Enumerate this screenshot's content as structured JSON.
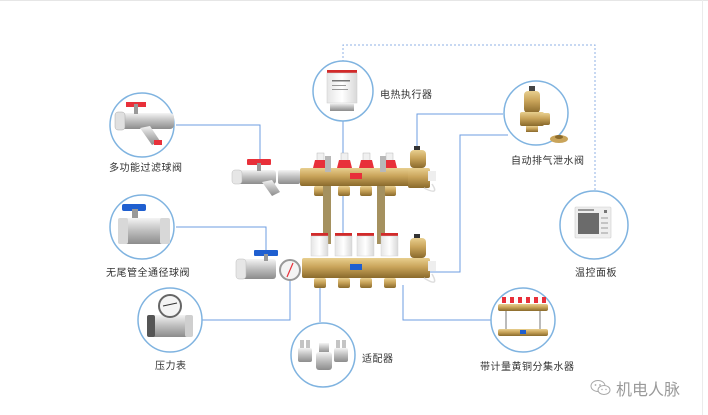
{
  "title": "分集水器组件示意图",
  "components": [
    {
      "id": "filter_valve",
      "label": "多功能过滤球阀"
    },
    {
      "id": "actuator",
      "label": "电热执行器"
    },
    {
      "id": "air_vent",
      "label": "自动排气泄水阀"
    },
    {
      "id": "thermostat",
      "label": "温控面板"
    },
    {
      "id": "ball_valve",
      "label": "无尾管全通径球阀"
    },
    {
      "id": "pressure_gauge",
      "label": "压力表"
    },
    {
      "id": "adapter",
      "label": "适配器"
    },
    {
      "id": "manifold",
      "label": "带计量黄铜分集水器"
    }
  ],
  "watermark": {
    "icon": "wechat-icon",
    "text": "机电人脉"
  },
  "colors": {
    "circle": "#7fb3e0",
    "connector": "#5b8fd6",
    "brass": "#c9a45a",
    "red_handle": "#e8303a",
    "blue_handle": "#1f5fd0",
    "text": "#333333",
    "watermark": "#9a9a9a"
  }
}
